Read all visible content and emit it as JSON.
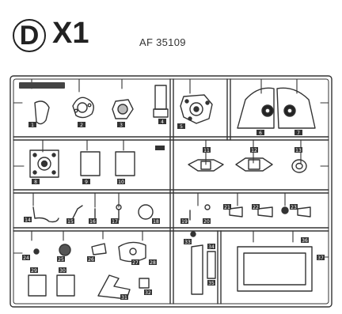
{
  "header": {
    "letter": "D",
    "sprue_name": "X1",
    "kit_number": "AF 35109"
  },
  "sprue": {
    "part_numbers": [
      "1",
      "2",
      "3",
      "4",
      "5",
      "6",
      "7",
      "8",
      "9",
      "10",
      "11",
      "12",
      "13",
      "14",
      "15",
      "16",
      "17",
      "18",
      "19",
      "20",
      "21",
      "22",
      "23",
      "24",
      "25",
      "26",
      "27",
      "28",
      "29",
      "30",
      "31",
      "32",
      "33",
      "34",
      "35",
      "36",
      "37"
    ]
  }
}
